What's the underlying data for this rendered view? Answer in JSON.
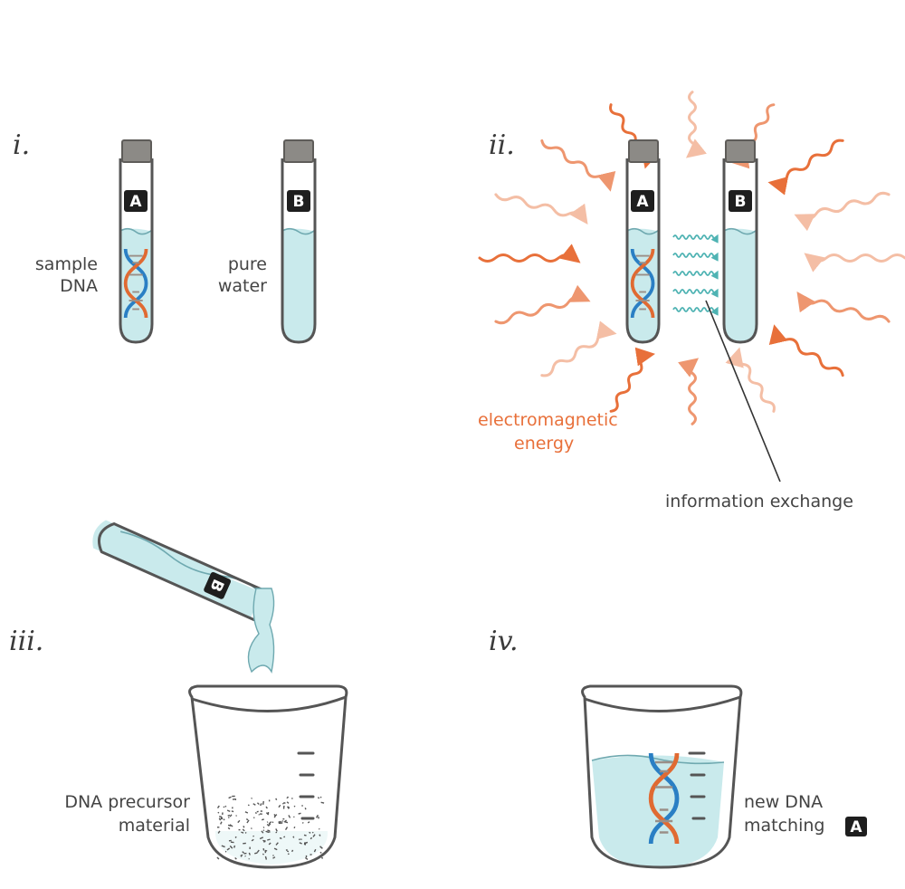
{
  "steps": [
    {
      "number": "i."
    },
    {
      "number": "ii."
    },
    {
      "number": "iii."
    },
    {
      "number": "iv."
    }
  ],
  "labels": {
    "sample_dna_line1": "sample",
    "sample_dna_line2": "DNA",
    "pure_water_line1": "pure",
    "pure_water_line2": "water",
    "em_energy_line1": "electromagnetic",
    "em_energy_line2": "energy",
    "information_exchange": "information exchange",
    "precursor_line1": "DNA precursor",
    "precursor_line2": "material",
    "new_dna_line1": "new DNA",
    "new_dna_line2": "matching"
  },
  "tubes": {
    "a_tag": "A",
    "b_tag": "B"
  },
  "colors": {
    "water": "#c9eaec",
    "glass": "#555555",
    "cork": "#8c8a86",
    "energy": "#e8703a",
    "info_waves": "#4fb3b3",
    "dna_strand_1": "#2a7fc4",
    "dna_strand_2": "#e06a32"
  }
}
